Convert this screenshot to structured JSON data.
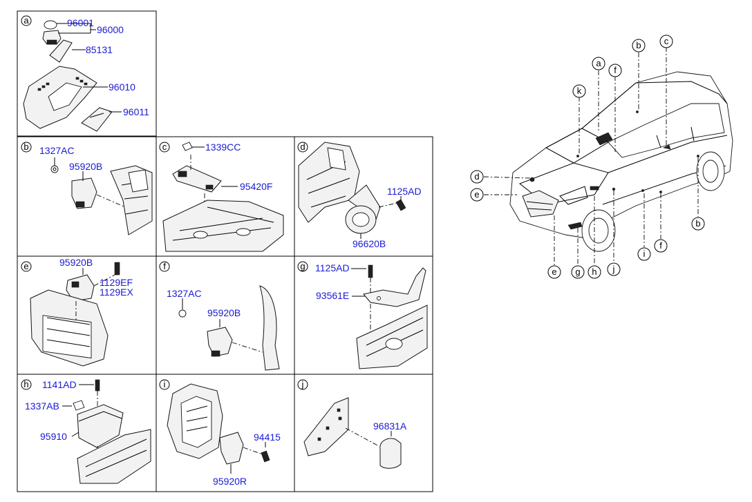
{
  "panels": {
    "a": {
      "letter": "a",
      "parts": [
        "96001",
        "96000",
        "85131",
        "96010",
        "96011"
      ]
    },
    "b": {
      "letter": "b",
      "parts": [
        "1327AC",
        "95920B"
      ]
    },
    "c": {
      "letter": "c",
      "parts": [
        "1339CC",
        "95420F"
      ]
    },
    "d": {
      "letter": "d",
      "parts": [
        "1125AD",
        "96620B"
      ]
    },
    "e": {
      "letter": "e",
      "parts": [
        "95920B",
        "1129EF",
        "1129EX"
      ]
    },
    "f": {
      "letter": "f",
      "parts": [
        "1327AC",
        "95920B"
      ]
    },
    "g": {
      "letter": "g",
      "parts": [
        "1125AD",
        "93561E"
      ]
    },
    "h": {
      "letter": "h",
      "parts": [
        "1141AD",
        "1337AB",
        "95910"
      ]
    },
    "i": {
      "letter": "i",
      "parts": [
        "94415",
        "95920R"
      ]
    },
    "j": {
      "letter": "j",
      "parts": [
        "96831A"
      ]
    }
  },
  "vehicle_callouts": [
    "a",
    "b",
    "c",
    "d",
    "e",
    "f",
    "g",
    "h",
    "i",
    "j",
    "k"
  ],
  "vehicle_callouts_lower": [
    "e",
    "g",
    "h",
    "j",
    "i",
    "f",
    "b"
  ],
  "colors": {
    "part_number": "#1a1ad4",
    "line": "#000000"
  }
}
